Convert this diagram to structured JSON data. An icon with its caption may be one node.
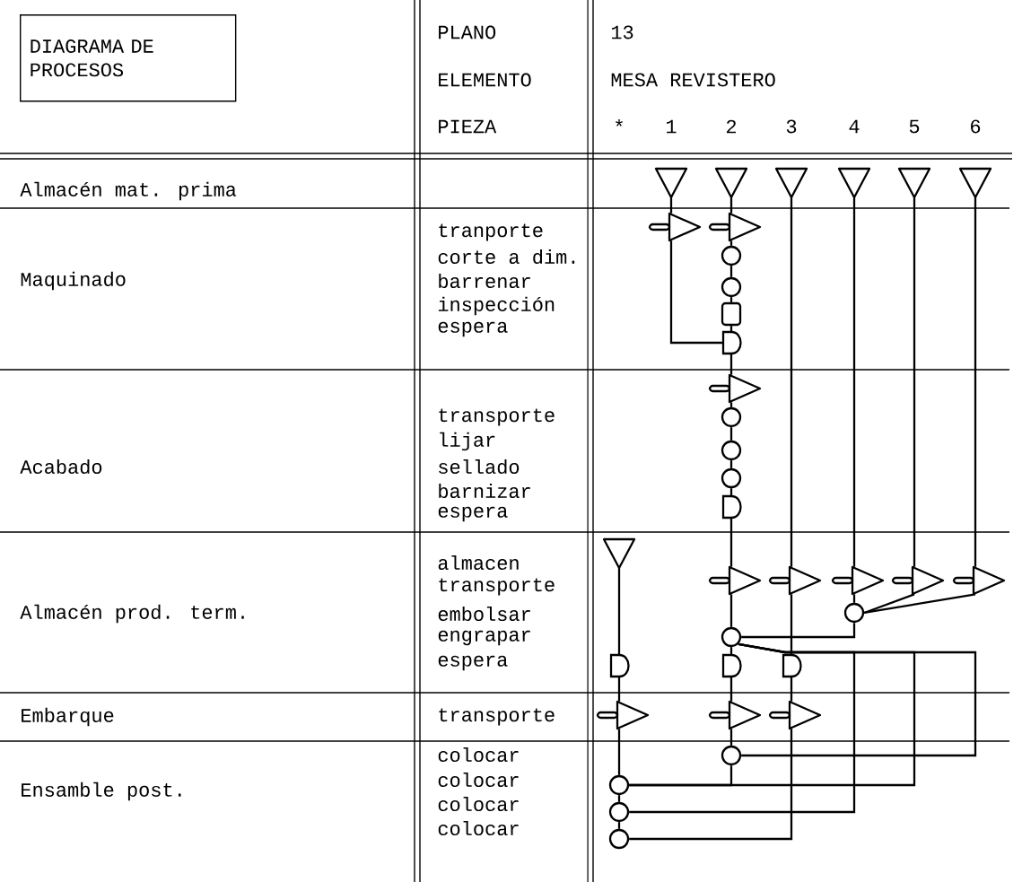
{
  "diagram": {
    "nodes": [
      {
        "text": [
          "DIAGRAMA DE PROCESOS"
        ]
      },
      {
        "text": [],
        "shape": "triangle"
      },
      {
        "text": [],
        "shape": "triangle"
      },
      {
        "text": [],
        "shape": "triangle"
      },
      {
        "text": [],
        "shape": "triangle"
      },
      {
        "text": [],
        "shape": "triangle"
      },
      {
        "text": [],
        "shape": "triangle"
      },
      {
        "text": [],
        "shape": "arrow"
      },
      {
        "text": [],
        "shape": "arrow"
      },
      {
        "text": [],
        "shape": "circle"
      },
      {
        "text": [],
        "shape": "circle"
      },
      {
        "text": [],
        "shape": "box"
      },
      {
        "text": [],
        "shape": "semicircle"
      },
      {
        "text": [],
        "shape": "arrow"
      },
      {
        "text": [],
        "shape": "circle"
      },
      {
        "text": [],
        "shape": "circle"
      },
      {
        "text": [],
        "shape": "circle"
      },
      {
        "text": [],
        "shape": "semicircle"
      },
      {
        "text": [],
        "shape": "triangle"
      },
      {
        "text": [],
        "shape": "arrow"
      },
      {
        "text": [],
        "shape": "arrow"
      },
      {
        "text": [],
        "shape": "arrow"
      },
      {
        "text": [],
        "shape": "arrow"
      },
      {
        "text": [],
        "shape": "arrow"
      },
      {
        "text": [],
        "shape": "circle"
      },
      {
        "text": [],
        "shape": "circle"
      },
      {
        "text": [],
        "shape": "semicircle"
      },
      {
        "text": [],
        "shape": "semicircle"
      },
      {
        "text": [],
        "shape": "semicircle"
      },
      {
        "text": [],
        "shape": "arrow"
      },
      {
        "text": [],
        "shape": "arrow"
      },
      {
        "text": [],
        "shape": "arrow"
      },
      {
        "text": [],
        "shape": "circle"
      },
      {
        "text": [],
        "shape": "circle"
      },
      {
        "text": [],
        "shape": "circle"
      },
      {
        "text": [],
        "shape": "circle"
      }
    ],
    "edges": [
      {
        "from": 1,
        "to": 7,
        "arrow": "none"
      },
      {
        "from": 2,
        "to": 8,
        "arrow": "none"
      },
      {
        "from": 7,
        "to": 12,
        "arrow": "none"
      },
      {
        "from": 8,
        "to": 9,
        "arrow": "none"
      },
      {
        "from": 9,
        "to": 10,
        "arrow": "none"
      },
      {
        "from": 10,
        "to": 11,
        "arrow": "none"
      },
      {
        "from": 11,
        "to": 12,
        "arrow": "none"
      },
      {
        "from": 12,
        "to": 13,
        "arrow": "none"
      },
      {
        "from": 13,
        "to": 14,
        "arrow": "none"
      },
      {
        "from": 14,
        "to": 15,
        "arrow": "none"
      },
      {
        "from": 15,
        "to": 16,
        "arrow": "none"
      },
      {
        "from": 16,
        "to": 17,
        "arrow": "none"
      },
      {
        "from": 17,
        "to": 19,
        "arrow": "none"
      },
      {
        "from": 3,
        "to": 20,
        "arrow": "none"
      },
      {
        "from": 4,
        "to": 21,
        "arrow": "none"
      },
      {
        "from": 5,
        "to": 22,
        "arrow": "none"
      },
      {
        "from": 6,
        "to": 23,
        "arrow": "none"
      },
      {
        "from": 21,
        "to": 24,
        "arrow": "none"
      },
      {
        "from": 22,
        "to": 24,
        "arrow": "none"
      },
      {
        "from": 23,
        "to": 24,
        "arrow": "none"
      },
      {
        "from": 19,
        "to": 25,
        "arrow": "none"
      },
      {
        "from": 24,
        "to": 25,
        "arrow": "none"
      },
      {
        "from": 25,
        "to": 27,
        "arrow": "none"
      },
      {
        "from": 20,
        "to": 28,
        "arrow": "none"
      },
      {
        "from": 25,
        "to": 32,
        "arrow": "none"
      },
      {
        "from": 25,
        "to": 33,
        "arrow": "none"
      },
      {
        "from": 25,
        "to": 34,
        "arrow": "none"
      },
      {
        "from": 18,
        "to": 26,
        "arrow": "none"
      },
      {
        "from": 26,
        "to": 29,
        "arrow": "none"
      },
      {
        "from": 27,
        "to": 30,
        "arrow": "none"
      },
      {
        "from": 28,
        "to": 31,
        "arrow": "none"
      },
      {
        "from": 29,
        "to": 33,
        "arrow": "none"
      },
      {
        "from": 30,
        "to": 32,
        "arrow": "none"
      },
      {
        "from": 32,
        "to": 33,
        "arrow": "none"
      },
      {
        "from": 33,
        "to": 34,
        "arrow": "none"
      },
      {
        "from": 34,
        "to": 35,
        "arrow": "none"
      },
      {
        "from": 31,
        "to": 35,
        "arrow": "none"
      }
    ],
    "labels": [
      "PLANO",
      "13",
      "ELEMENTO",
      "MESA REVISTERO",
      "PIEZA",
      "*",
      "1",
      "2",
      "3",
      "4",
      "5",
      "6",
      "Almacén mat. prima",
      "Maquinado",
      "tranporte",
      "corte a dim.",
      "barrenar",
      "inspección",
      "espera",
      "Acabado",
      "transporte",
      "lijar",
      "sellado",
      "barnizar",
      "espera",
      "Almacén prod. term.",
      "almacen",
      "transporte",
      "embolsar",
      "engrapar",
      "espera",
      "Embarque",
      "transporte",
      "Ensamble post.",
      "colocar",
      "colocar",
      "colocar",
      "colocar"
    ]
  }
}
